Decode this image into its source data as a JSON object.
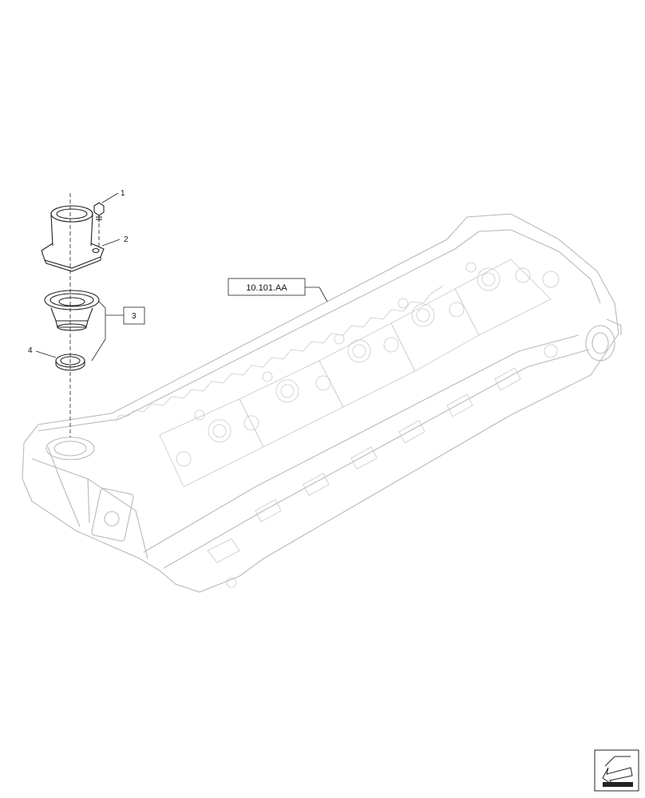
{
  "callouts": [
    {
      "number": "1",
      "part": "bolt"
    },
    {
      "number": "2",
      "part": "thermostat-housing"
    },
    {
      "number": "3",
      "part": "thermostat-kit"
    },
    {
      "number": "4",
      "part": "seal-ring"
    }
  ],
  "reference": {
    "label": "10.101.AA"
  },
  "nav_icon": "previous-page-arrow-icon",
  "colors": {
    "linework": "#222222",
    "head_outline": "#b9b9b9",
    "background": "#ffffff"
  }
}
